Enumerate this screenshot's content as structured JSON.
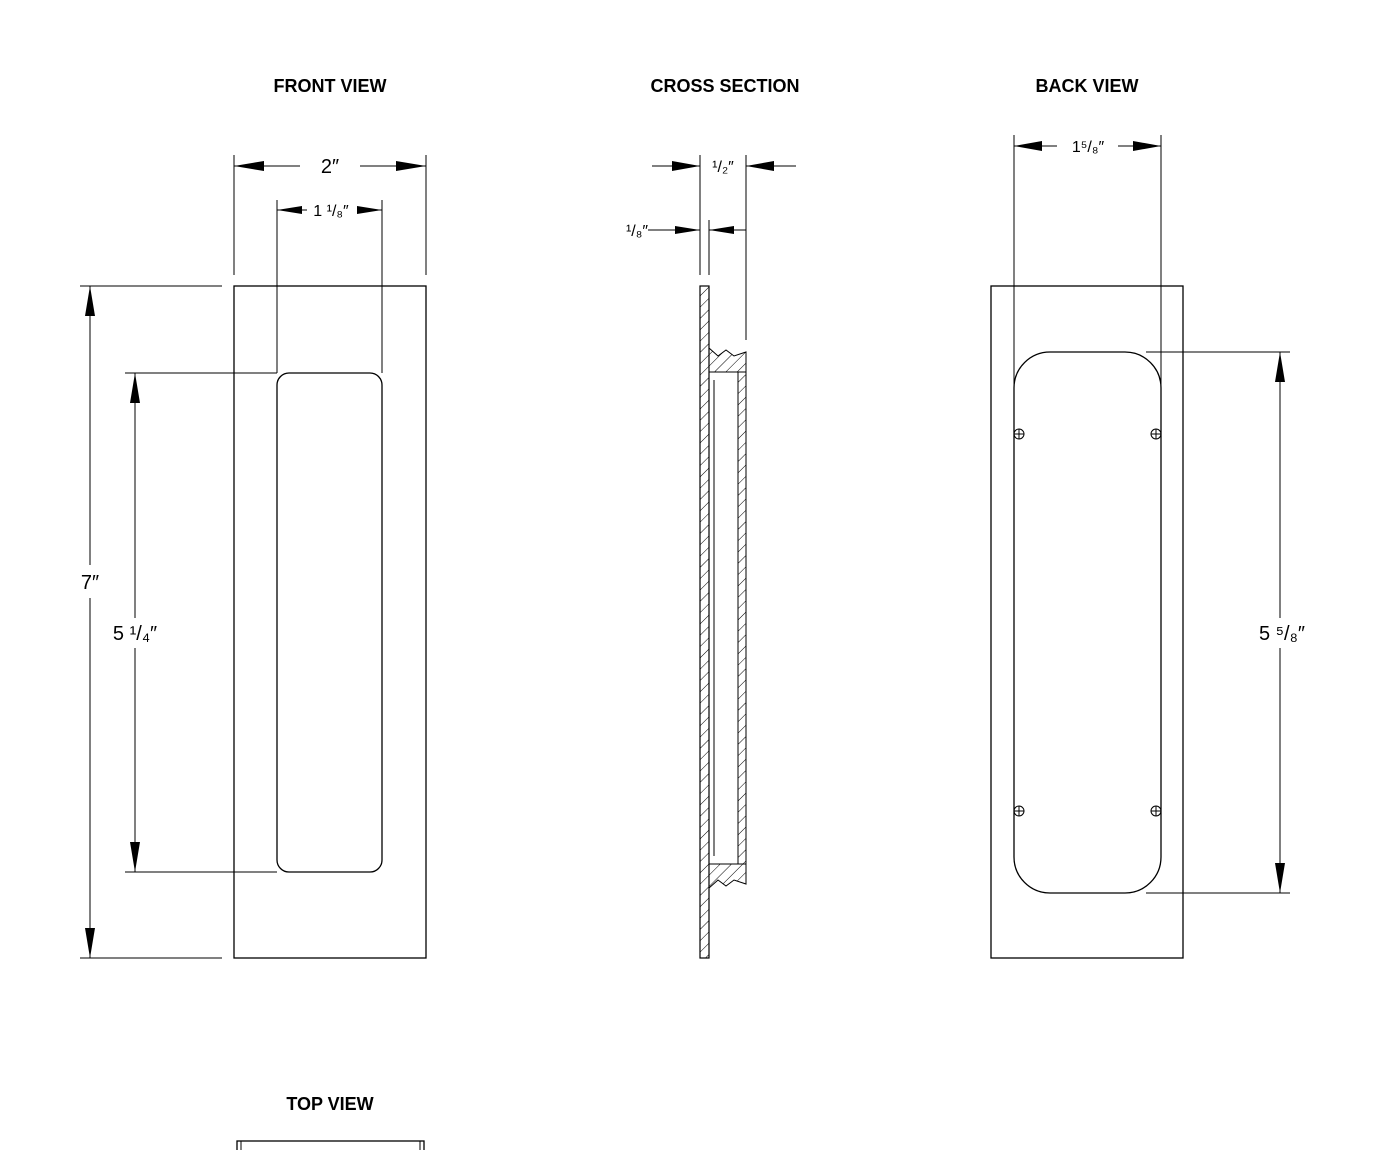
{
  "views": {
    "front": {
      "title": "FRONT VIEW",
      "dims": {
        "width": "2″",
        "recess_width": "1 ¹/₈″",
        "height": "7″",
        "recess_height": "5 ¹/₄″"
      }
    },
    "section": {
      "title": "CROSS SECTION",
      "dims": {
        "depth": "¹/₂″",
        "plate": "¹/₈″"
      }
    },
    "back": {
      "title": "BACK VIEW",
      "dims": {
        "width": "1⁵/₈″",
        "height": "5 ⁵/₈″"
      }
    },
    "top": {
      "title": "TOP VIEW"
    }
  }
}
